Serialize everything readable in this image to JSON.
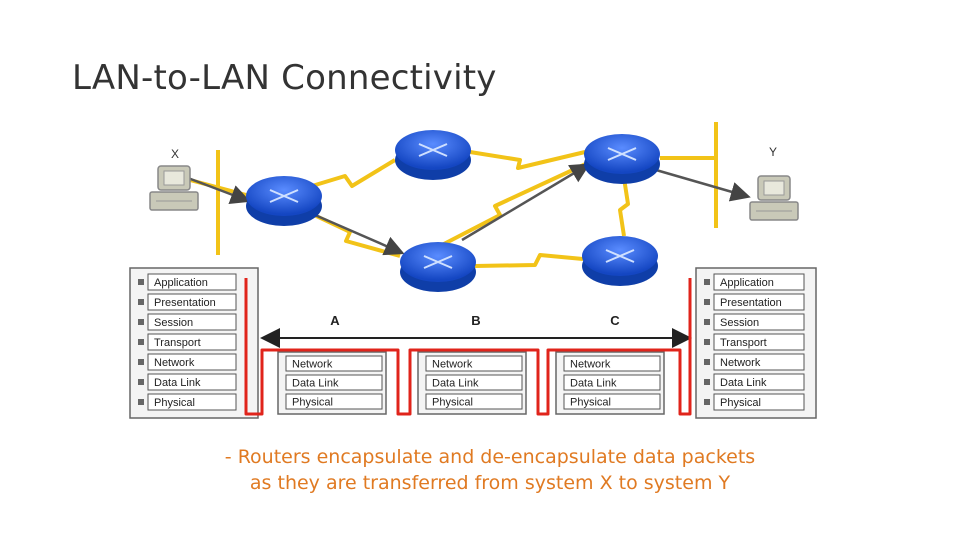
{
  "slide": {
    "title": "LAN-to-LAN Connectivity",
    "note_line1": "- Routers encapsulate and de-encapsulate data packets",
    "note_line2": "as they are transferred from system X to system Y"
  },
  "systems": {
    "left_label": "X",
    "right_label": "Y"
  },
  "segments": [
    "A",
    "B",
    "C"
  ],
  "osi_stack": [
    "Application",
    "Presentation",
    "Session",
    "Transport",
    "Network",
    "Data Link",
    "Physical"
  ],
  "router_stack": [
    "Network",
    "Data Link",
    "Physical"
  ],
  "colors": {
    "router_blue": "#1a56d6",
    "link_yellow": "#f2c318",
    "path_red": "#e0241b",
    "note_orange": "#e07a22"
  },
  "icons": {
    "router": "router-icon",
    "computer": "computer-icon"
  }
}
